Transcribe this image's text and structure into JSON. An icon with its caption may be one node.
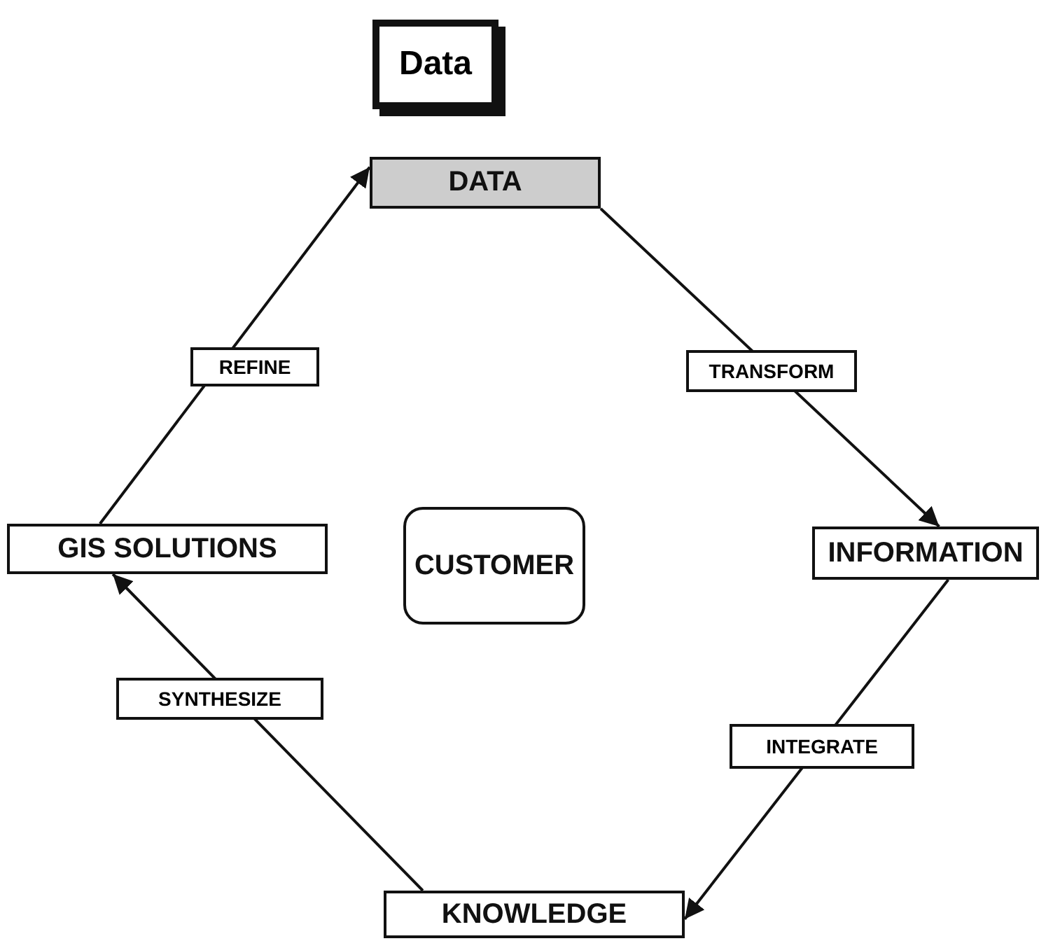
{
  "diagram": {
    "title": "Data",
    "nodes": [
      {
        "text": [
          "DATA"
        ]
      },
      {
        "text": [
          "INFORMATION"
        ]
      },
      {
        "text": [
          "KNOWLEDGE"
        ]
      },
      {
        "text": [
          "GIS SOLUTIONS"
        ]
      },
      {
        "text": [
          "CUSTOMER"
        ]
      }
    ],
    "edges": [
      {
        "from": 0,
        "to": 1,
        "arrow": "to",
        "label": "TRANSFORM"
      },
      {
        "from": 1,
        "to": 2,
        "arrow": "to",
        "label": "INTEGRATE"
      },
      {
        "from": 2,
        "to": 3,
        "arrow": "to",
        "label": "SYNTHESIZE"
      },
      {
        "from": 3,
        "to": 0,
        "arrow": "to",
        "label": "REFINE"
      }
    ]
  }
}
